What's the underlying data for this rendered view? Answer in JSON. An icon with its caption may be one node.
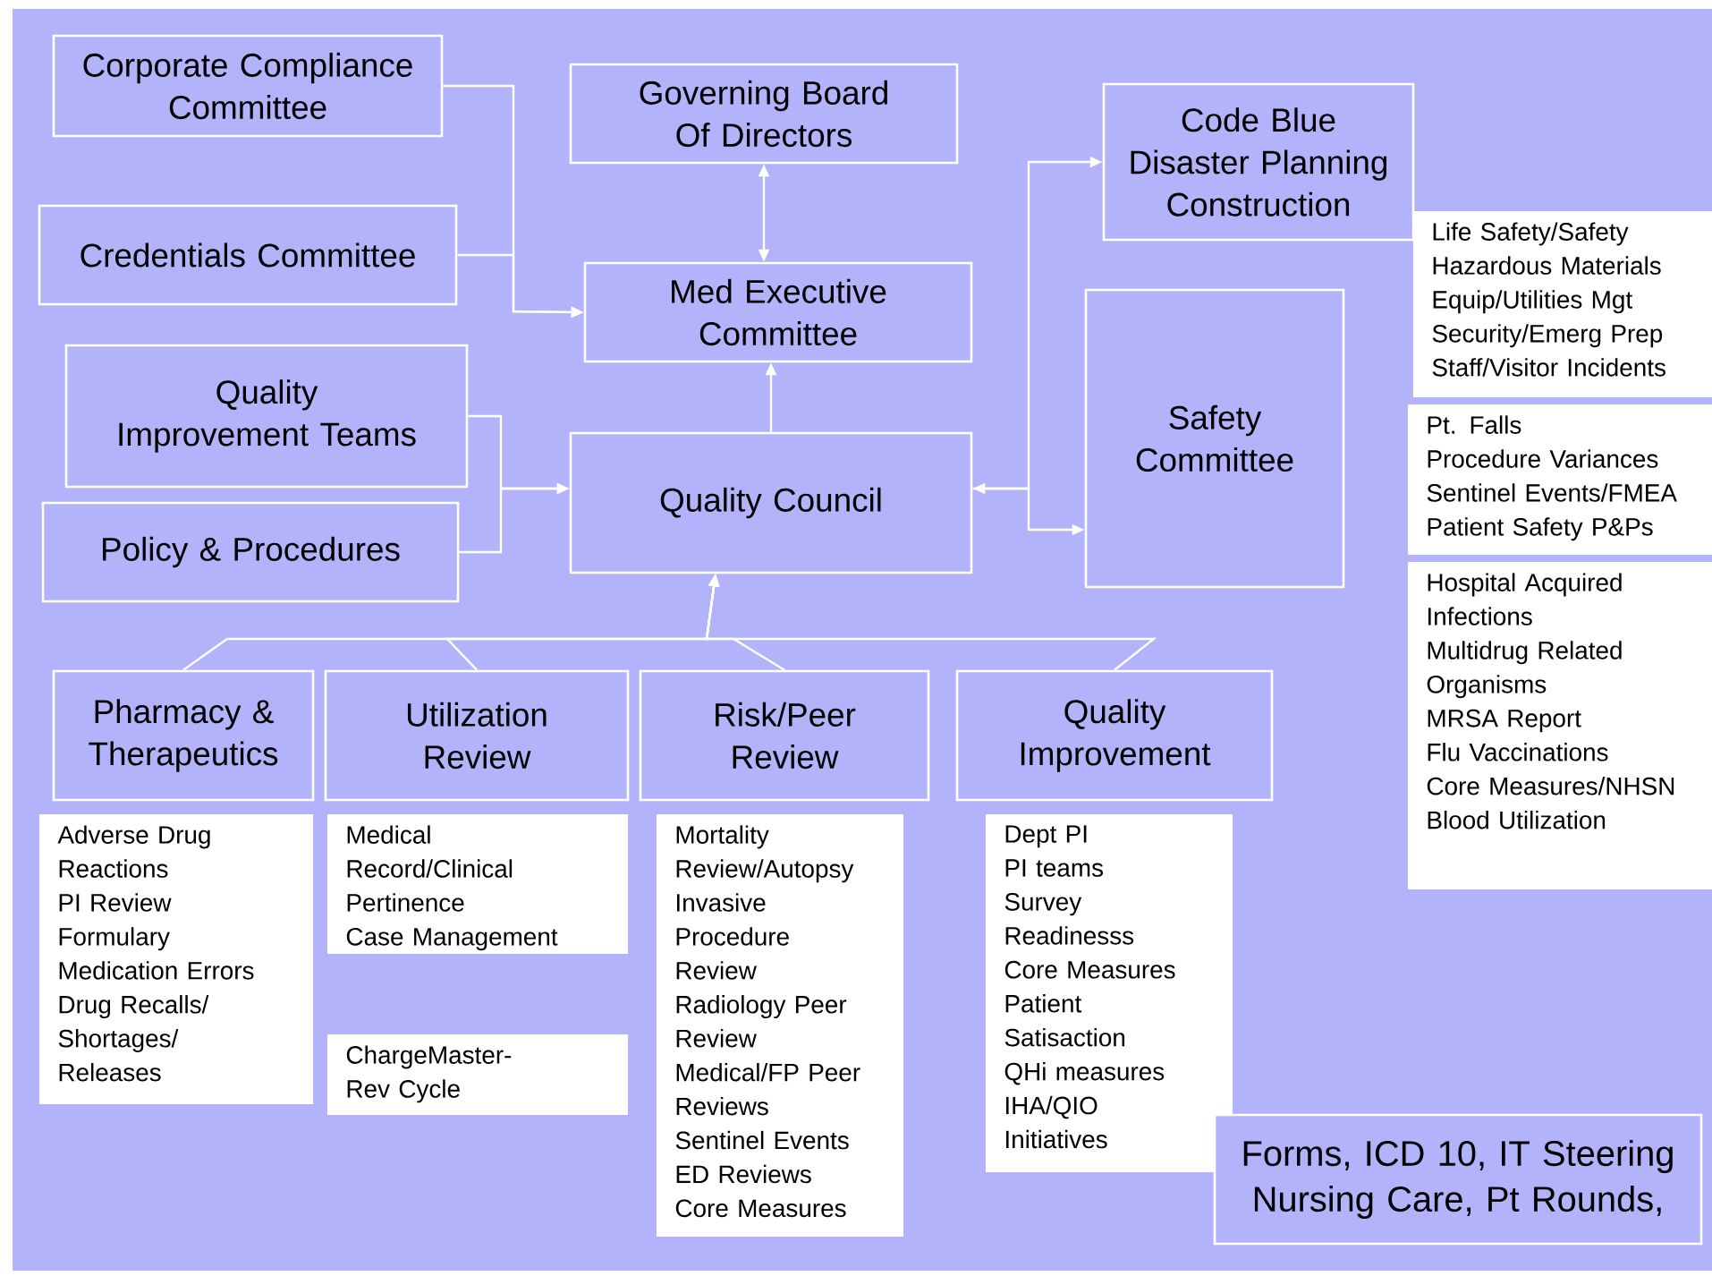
{
  "diagram": {
    "nodes": [
      {
        "text": [
          "Corporate Compliance Committee"
        ]
      },
      {
        "text": [
          "Governing Board Of Directors"
        ]
      },
      {
        "text": [
          "Code Blue Disaster Planning Construction"
        ]
      },
      {
        "text": [
          "Credentials Committee"
        ]
      },
      {
        "text": [
          "Med Executive Committee"
        ]
      },
      {
        "text": [
          "Quality Improvement Teams"
        ]
      },
      {
        "text": [
          "Safety Committee"
        ]
      },
      {
        "text": [
          "Quality Council"
        ]
      },
      {
        "text": [
          "Policy & Procedures"
        ]
      },
      {
        "text": [
          "Pharmacy & Therapeutics"
        ]
      },
      {
        "text": [
          "Utilization Review"
        ]
      },
      {
        "text": [
          "Risk/Peer Review"
        ]
      },
      {
        "text": [
          "Quality Improvement"
        ]
      },
      {
        "text": [
          "Life Safety/Safety",
          "Hazardous Materials",
          "Equip/Utilities Mgt",
          "Security/Emerg Prep",
          "Staff/Visitor Incidents"
        ]
      },
      {
        "text": [
          "Pt. Falls",
          "Procedure Variances",
          "Sentinel Events/FMEA",
          "Patient Safety P&Ps"
        ]
      },
      {
        "text": [
          "Hospital Acquired Infections",
          "Multidrug Related Organisms",
          "MRSA Report",
          "Flu Vaccinations",
          "Core Measures/NHSN",
          "Blood Utilization"
        ]
      },
      {
        "text": [
          "Adverse Drug Reactions",
          "PI Review",
          "Formulary",
          "Medication Errors",
          "Drug Recalls/ Shortages/ Releases"
        ]
      },
      {
        "text": [
          "Medical Record/Clinical Pertinence",
          "Case Management"
        ]
      },
      {
        "text": [
          "ChargeMaster-Rev Cycle"
        ]
      },
      {
        "text": [
          "Mortality Review/Autopsy",
          "Invasive Procedure Review",
          "Radiology Peer Review",
          "Medical/FP Peer Reviews",
          "Sentinel Events",
          "ED Reviews",
          "Core Measures"
        ]
      },
      {
        "text": [
          "Dept PI",
          "PI teams",
          "Survey Readinesss",
          "Core Measures",
          "Patient Satisaction",
          "QHi measures",
          "IHA/QIO Initiatives"
        ]
      },
      {
        "text": [
          "Forms, ICD 10, IT Steering Nursing Care, Pt Rounds,"
        ]
      }
    ],
    "edges": [
      {
        "from": 0,
        "to": 4,
        "arrow": "to"
      },
      {
        "from": 3,
        "to": 4,
        "arrow": "to"
      },
      {
        "from": 1,
        "to": 4,
        "arrow": "both"
      },
      {
        "from": 7,
        "to": 4,
        "arrow": "to"
      },
      {
        "from": 5,
        "to": 7,
        "arrow": "to"
      },
      {
        "from": 8,
        "to": 7,
        "arrow": "to"
      },
      {
        "from": 7,
        "to": 2,
        "arrow": "both"
      },
      {
        "from": 7,
        "to": 6,
        "arrow": "to"
      },
      {
        "from": 9,
        "to": 7,
        "arrow": "to"
      },
      {
        "from": 10,
        "to": 7,
        "arrow": "to"
      },
      {
        "from": 11,
        "to": 7,
        "arrow": "to"
      },
      {
        "from": 12,
        "to": 7,
        "arrow": "to"
      }
    ]
  }
}
